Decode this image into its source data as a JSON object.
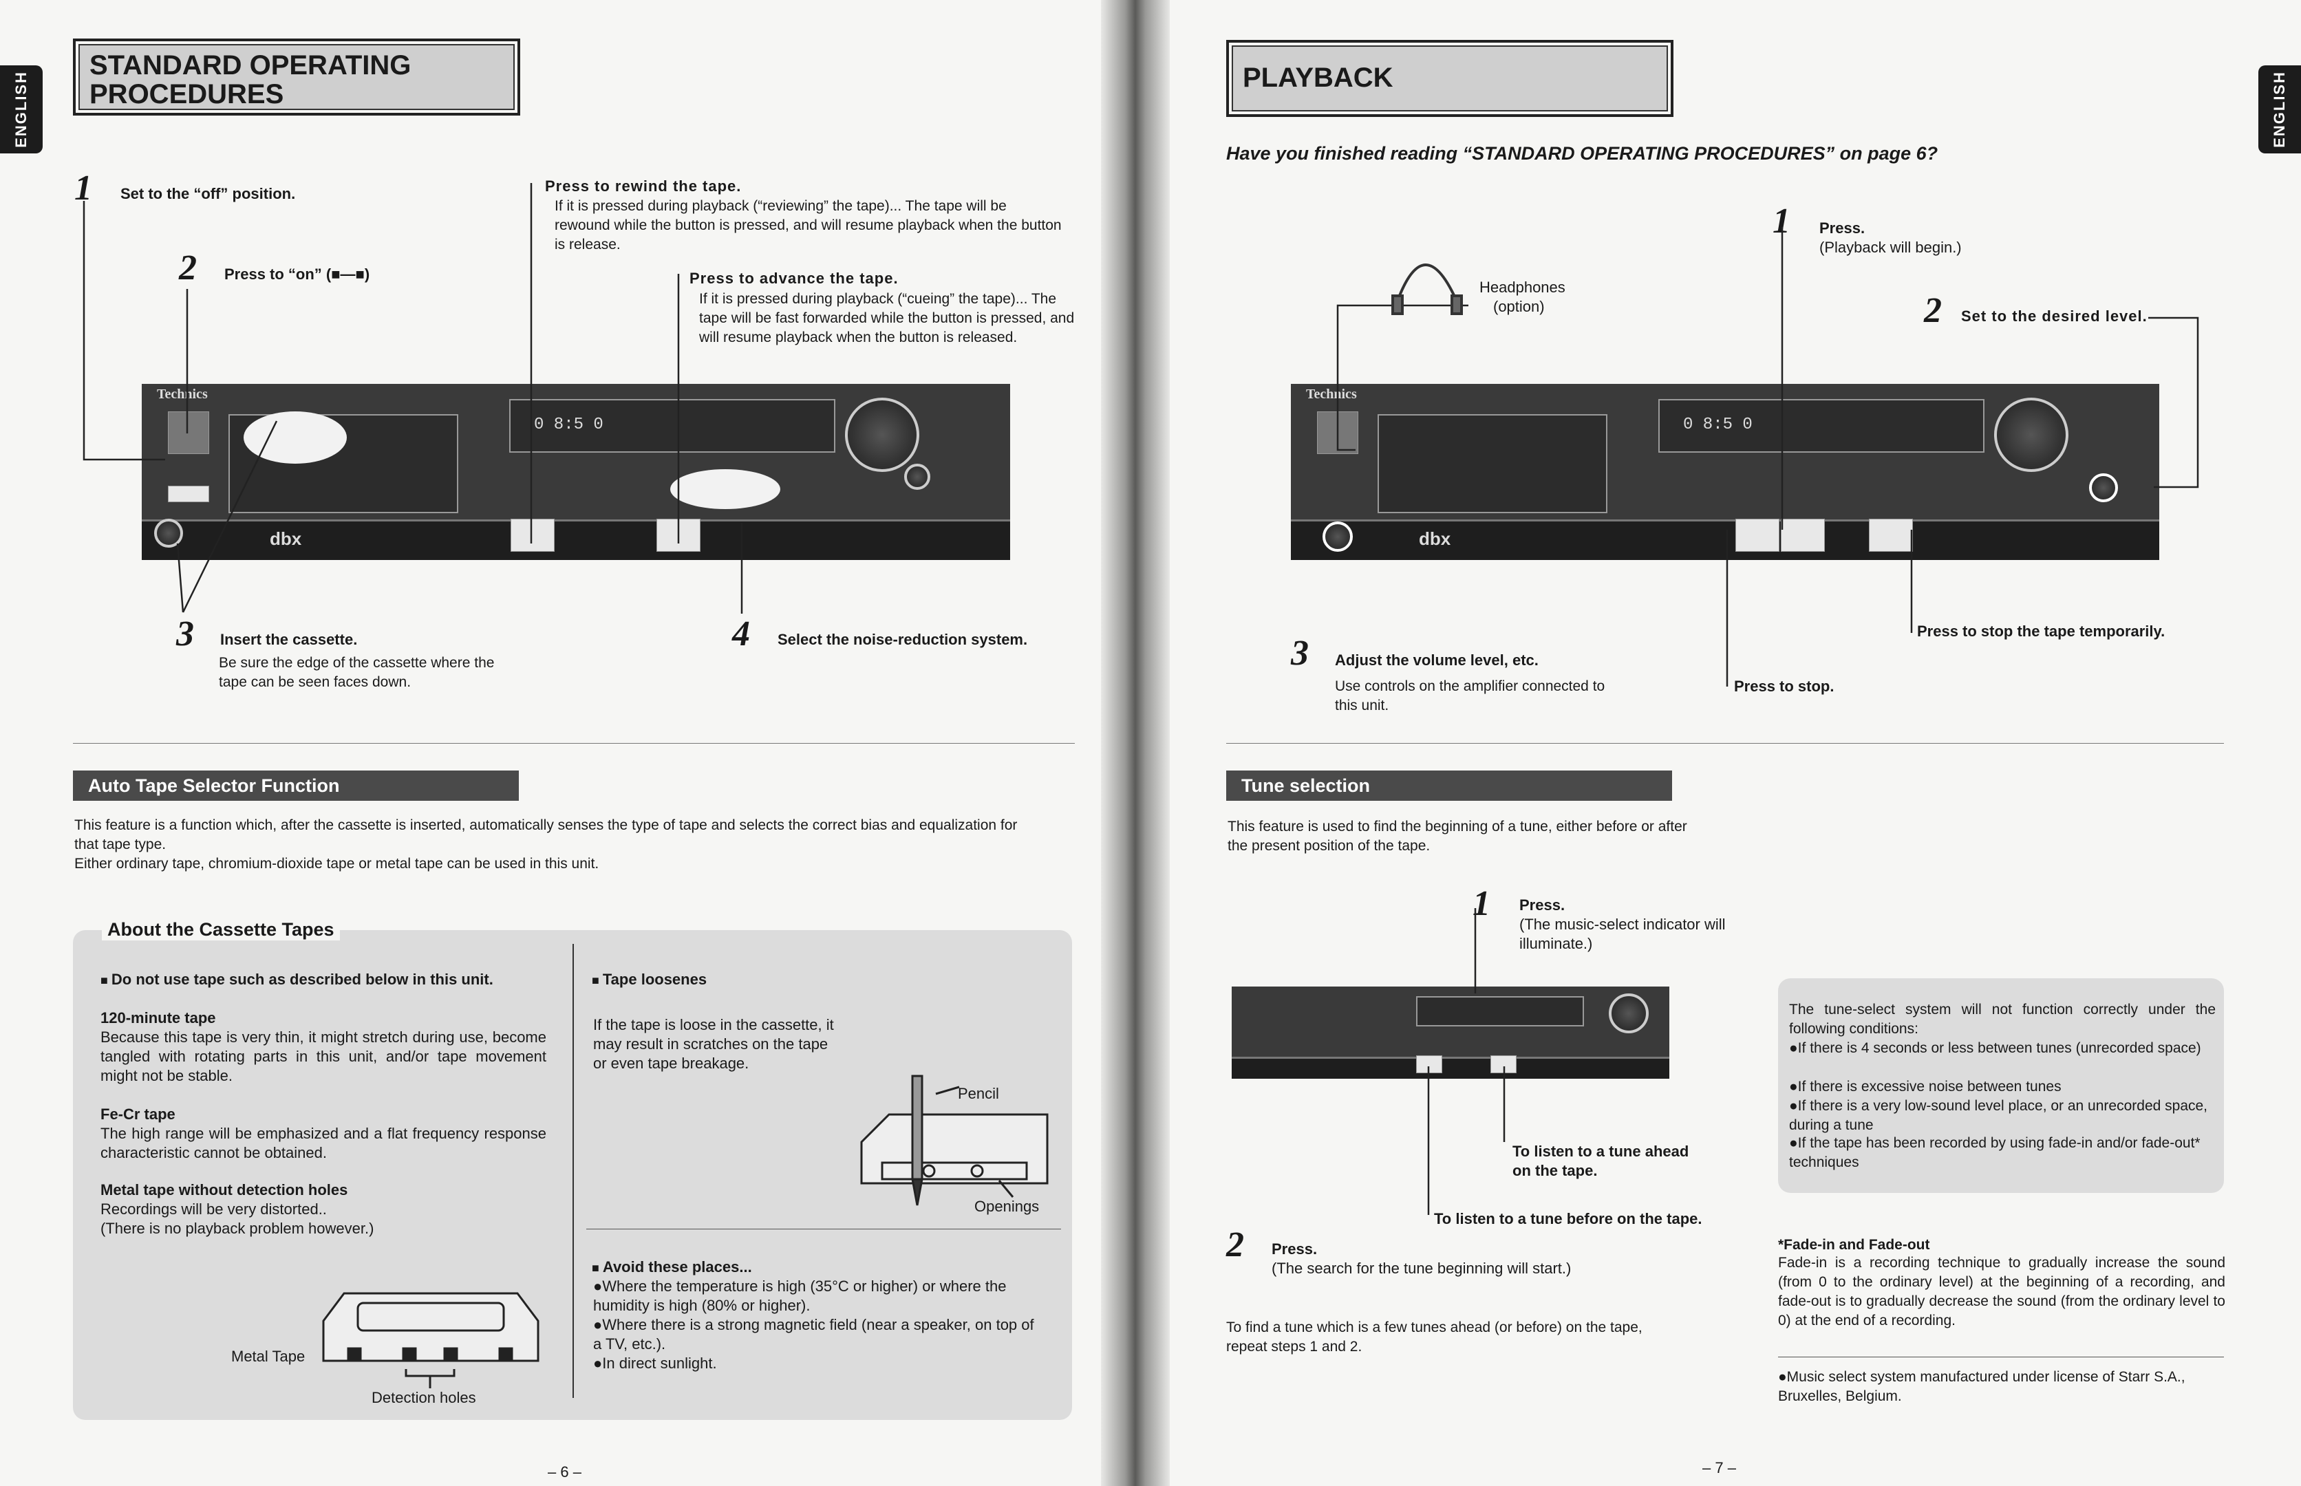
{
  "left": {
    "tab": "ENGLISH",
    "title": "STANDARD OPERATING PROCEDURES",
    "title_line1": "STANDARD OPERATING",
    "title_line2": "PROCEDURES",
    "steps": {
      "s1_num": "1",
      "s1_text": "Set to the “off” position.",
      "s2_num": "2",
      "s2_text": "Press to “on” (■—■)",
      "s3_num": "3",
      "s3_title": "Insert the cassette.",
      "s3_body": "Be sure the edge of the cassette where the tape can be seen faces down.",
      "s4_num": "4",
      "s4_text": "Select the noise-reduction system.",
      "rewind_title": "Press to rewind the tape.",
      "rewind_body": "If it is pressed during playback (“reviewing” the tape)... The tape will be rewound while the button is pressed, and will resume playback when the button is release.",
      "advance_title": "Press to advance the tape.",
      "advance_body": "If it is pressed during playback (“cueing” the tape)... The tape will be fast forwarded while the button is pressed, and will resume playback when the button is released."
    },
    "deck": {
      "brand": "Technics",
      "display": "0 8:5 0",
      "dbx": "dbx"
    },
    "auto_title": "Auto Tape Selector Function",
    "auto_body1": "This feature is a function which, after the cassette is inserted, automatically senses the type of tape and selects the correct bias and equalization for that tape type.",
    "auto_body2": "Either ordinary tape, chromium-dioxide tape or metal tape can be used in this unit.",
    "about_title": "About the Cassette Tapes",
    "dont_use": "Do not use tape such as described below in this unit.",
    "t120_title": "120-minute tape",
    "t120_body": "Because this tape is very thin, it might stretch during use, become tangled with rotating parts in this unit, and/or tape movement might not be stable.",
    "fecr_title": "Fe-Cr tape",
    "fecr_body": "The high range will be emphasized and a flat frequency response characteristic cannot be obtained.",
    "metal_title": "Metal tape without detection holes",
    "metal_body": "Recordings will be very distorted..",
    "metal_body2": "(There is no playback problem however.)",
    "loose_title": "Tape loosenes",
    "loose_body": "If the tape is loose in the cassette, it may result in scratches on the tape or even tape breakage.",
    "pencil": "Pencil",
    "openings": "Openings",
    "avoid_title": "Avoid these places...",
    "avoid_items": [
      "●Where the temperature is high (35°C or higher) or where the humidity is high (80% or higher).",
      "●Where there is a strong magnetic field (near a speaker, on top of a TV, etc.).",
      "●In direct sunlight."
    ],
    "metal_tape_label": "Metal Tape",
    "detection_holes": "Detection holes",
    "page_no": "– 6 –"
  },
  "right": {
    "tab": "ENGLISH",
    "title": "PLAYBACK",
    "subtitle": "Have you finished reading “STANDARD OPERATING PROCEDURES” on page 6?",
    "headphones": "Headphones",
    "headphones_opt": "(option)",
    "p1_num": "1",
    "p1_title": "Press.",
    "p1_body": "(Playback will begin.)",
    "p2_num": "2",
    "p2_text": "Set to the desired level.",
    "p3_num": "3",
    "p3_title": "Adjust the volume level, etc.",
    "p3_body": "Use controls on the amplifier connected to this unit.",
    "stop_temp": "Press to stop the tape temporarily.",
    "stop": "Press to stop.",
    "deck": {
      "brand": "Technics",
      "display": "0 8:5 0",
      "dbx": "dbx"
    },
    "tune_title": "Tune selection",
    "tune_body": "This feature is used to find the beginning of a tune, either before or after the present position of the tape.",
    "ts1_num": "1",
    "ts1_title": "Press.",
    "ts1_body": "(The music-select indicator will illuminate.)",
    "ahead": "To listen to a tune ahead on the tape.",
    "before": "To listen to a tune before on the tape.",
    "ts2_num": "2",
    "ts2_title": "Press.",
    "ts2_body": "(The search for the tune beginning will start.)",
    "find_text": "To find a tune which is a few tunes ahead (or before) on the tape, repeat steps 1 and 2.",
    "note_intro": "The tune-select system will not function correctly under the following conditions:",
    "note_items": [
      "●If there is 4 seconds or less between tunes (unrecorded space)",
      "●If there is excessive noise between tunes",
      "●If there is a very low-sound level place, or an unrecorded space, during a tune",
      "●If the tape has been recorded by using fade-in and/or fade-out* techniques"
    ],
    "fade_title": "*Fade-in and Fade-out",
    "fade_body": "Fade-in is a recording technique to gradually increase the sound (from 0 to the ordinary level) at the beginning of a recording, and fade-out is to gradually decrease the sound (from the ordinary level to 0) at the end of a recording.",
    "license": "●Music select system manufactured under license of Starr S.A., Bruxelles, Belgium.",
    "page_no": "– 7 –"
  }
}
